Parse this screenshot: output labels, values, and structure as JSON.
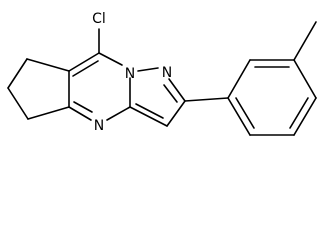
{
  "molecule": {
    "atoms": {
      "cl": "Cl",
      "n_bridge": "N",
      "n_pyrazole": "N",
      "n_pyrimidine": "N"
    },
    "colors": {
      "bond": "#000000",
      "label": "#000000",
      "background": "#ffffff"
    }
  }
}
